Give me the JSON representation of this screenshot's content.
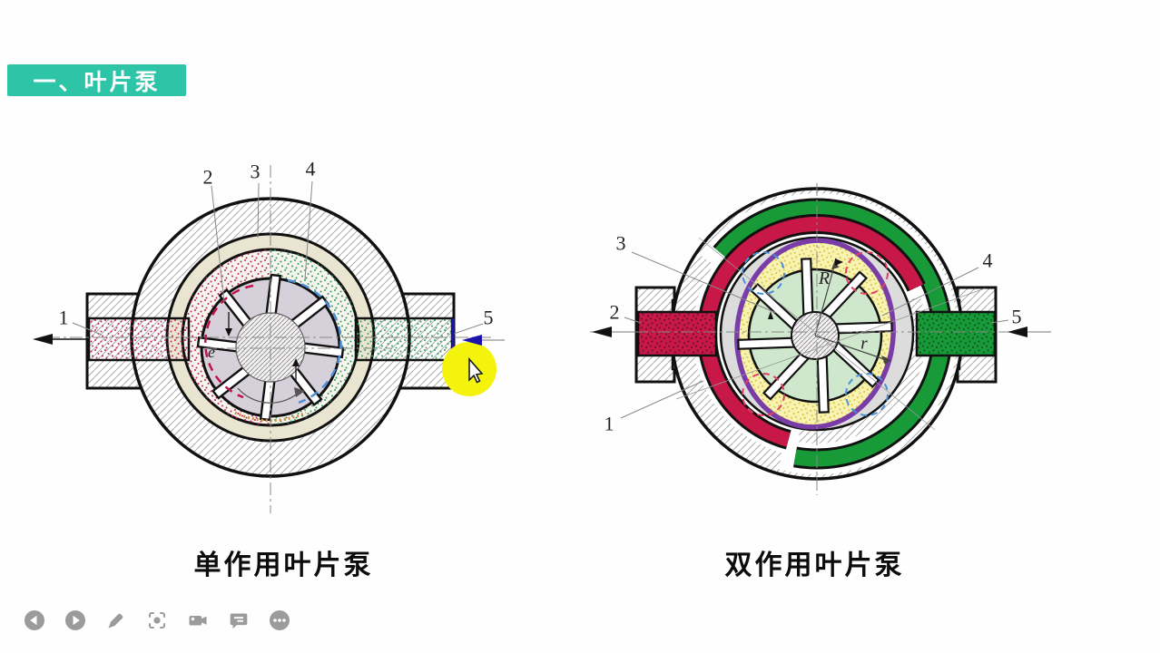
{
  "title_badge": {
    "text": "一、叶片泵"
  },
  "left_pump": {
    "caption": "单作用叶片泵",
    "labels": {
      "n1": "1",
      "n2": "2",
      "n3": "3",
      "n4": "4",
      "n5": "5",
      "eccentricity": "e"
    }
  },
  "right_pump": {
    "caption": "双作用叶片泵",
    "labels": {
      "n1": "1",
      "n2": "2",
      "n3": "3",
      "n4": "4",
      "n5": "5",
      "major_radius": "R",
      "minor_radius": "r"
    }
  },
  "colors": {
    "title_bg": "#2ec4a8",
    "suction_stipple_pink": "#c0265e",
    "discharge_stipple_green": "#2f9e5f",
    "pressure_port_crimson": "#c81848",
    "suction_port_green": "#189a39",
    "stator_ellipse_purple": "#7a3ca6",
    "inlet_arrow_blue": "#1c13ad",
    "cursor_spotlight_yellow": "#f3f30c",
    "stator_ring_beige": "#e9e5d0"
  },
  "toolbar": {
    "icons": [
      {
        "name": "previous"
      },
      {
        "name": "next"
      },
      {
        "name": "annotate"
      },
      {
        "name": "screenshot"
      },
      {
        "name": "camera"
      },
      {
        "name": "comments"
      },
      {
        "name": "more"
      }
    ]
  }
}
